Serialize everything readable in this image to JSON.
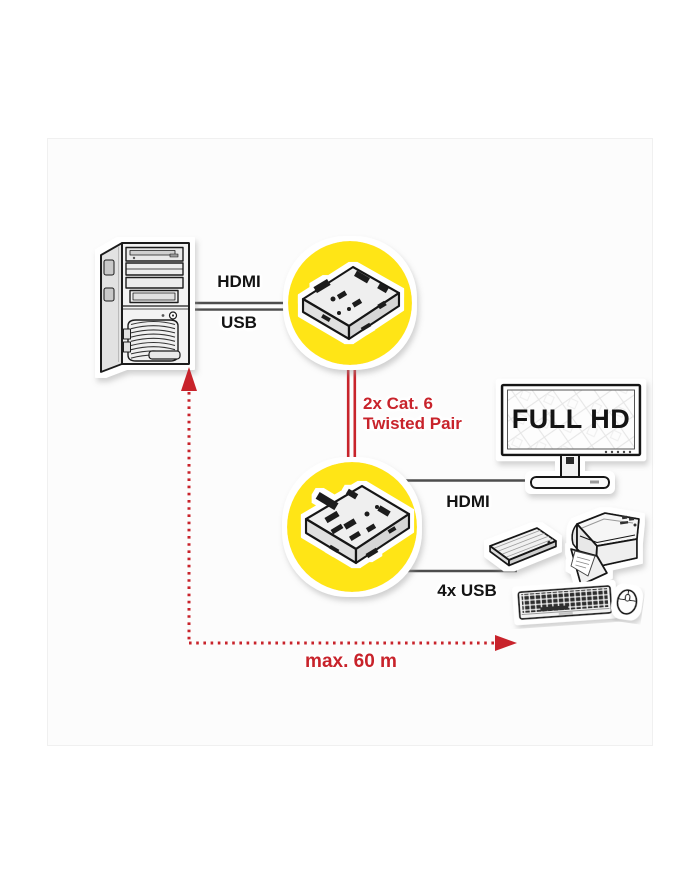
{
  "colors": {
    "page-bg": "#ffffff",
    "scan-bg": "#fcfcfc",
    "scan-edge": "#f0f0f0",
    "node-yellow": "#ffe512",
    "signal-red": "#c8232b",
    "cable-gray": "#4d4d4d",
    "ink": "#141414"
  },
  "labels": {
    "pc_link_top": "HDMI",
    "pc_link_bottom": "USB",
    "trunk_line1": "2x Cat. 6",
    "trunk_line2": "Twisted Pair",
    "display_screen": "FULL HD",
    "display_link": "HDMI",
    "peripheral_link": "4x USB",
    "max_distance": "max. 60 m"
  },
  "icons": {
    "source": "desktop-tower-pc",
    "transmitter": "extender-transmitter-unit",
    "receiver": "extender-receiver-unit",
    "display": "full-hd-monitor",
    "storage": "external-hard-drive",
    "printer": "inkjet-printer",
    "keyboard": "keyboard",
    "mouse": "mouse"
  }
}
